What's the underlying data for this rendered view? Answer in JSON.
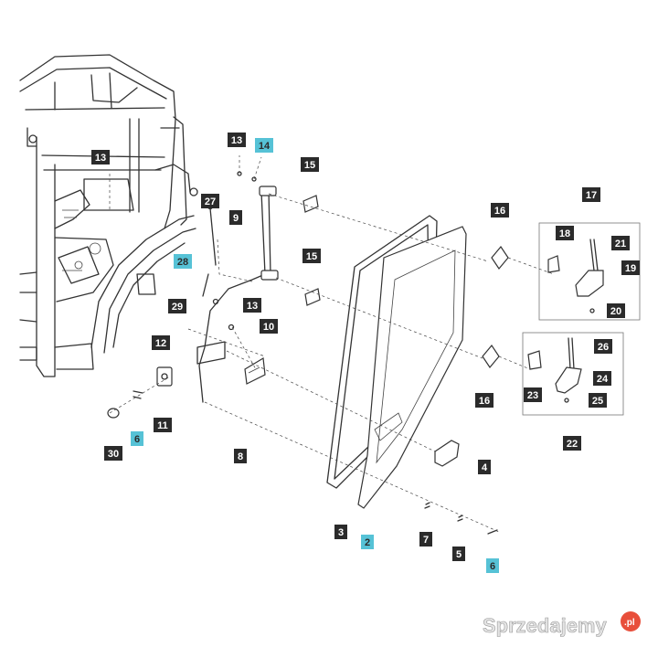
{
  "colors": {
    "callout_dark": "#2b2b2b",
    "callout_highlight": "#56c2d6",
    "line": "#333333",
    "watermark_badge": "#e84f3b"
  },
  "callouts": [
    {
      "label": "13",
      "highlighted": false
    },
    {
      "label": "14",
      "highlighted": true
    },
    {
      "label": "15",
      "highlighted": false
    },
    {
      "label": "13",
      "highlighted": false
    },
    {
      "label": "27",
      "highlighted": false
    },
    {
      "label": "9",
      "highlighted": false
    },
    {
      "label": "28",
      "highlighted": true
    },
    {
      "label": "15",
      "highlighted": false
    },
    {
      "label": "29",
      "highlighted": false
    },
    {
      "label": "13",
      "highlighted": false
    },
    {
      "label": "10",
      "highlighted": false
    },
    {
      "label": "12",
      "highlighted": false
    },
    {
      "label": "11",
      "highlighted": false
    },
    {
      "label": "6",
      "highlighted": true
    },
    {
      "label": "30",
      "highlighted": false
    },
    {
      "label": "8",
      "highlighted": false
    },
    {
      "label": "16",
      "highlighted": false
    },
    {
      "label": "17",
      "highlighted": false
    },
    {
      "label": "18",
      "highlighted": false
    },
    {
      "label": "21",
      "highlighted": false
    },
    {
      "label": "19",
      "highlighted": false
    },
    {
      "label": "20",
      "highlighted": false
    },
    {
      "label": "26",
      "highlighted": false
    },
    {
      "label": "23",
      "highlighted": false
    },
    {
      "label": "24",
      "highlighted": false
    },
    {
      "label": "25",
      "highlighted": false
    },
    {
      "label": "22",
      "highlighted": false
    },
    {
      "label": "16",
      "highlighted": false
    },
    {
      "label": "4",
      "highlighted": false
    },
    {
      "label": "3",
      "highlighted": false
    },
    {
      "label": "2",
      "highlighted": true
    },
    {
      "label": "7",
      "highlighted": false
    },
    {
      "label": "5",
      "highlighted": false
    },
    {
      "label": "6",
      "highlighted": true
    }
  ],
  "watermark": {
    "text": "Sprzedajemy",
    "badge": ".pl"
  }
}
